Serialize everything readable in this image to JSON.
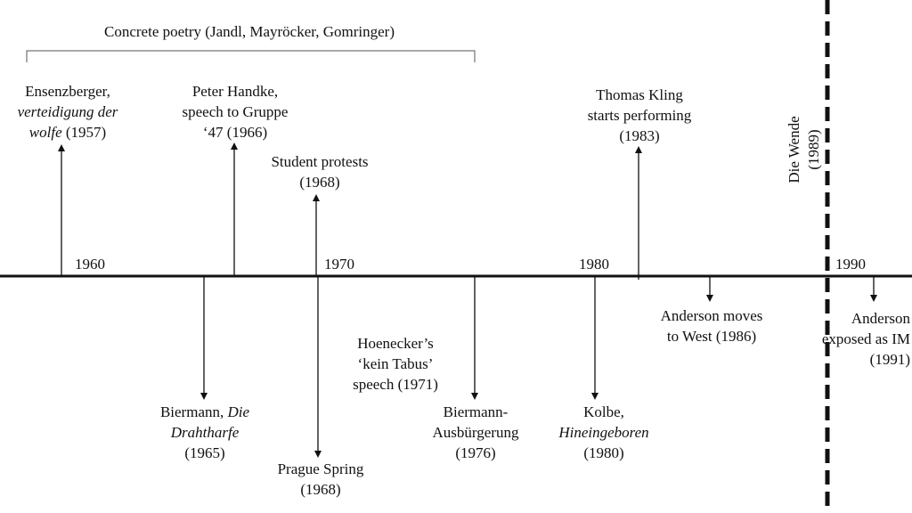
{
  "bracket_label": "Concrete poetry (Jandl, Mayröcker, Gomringer)",
  "years": [
    "1960",
    "1970",
    "1980",
    "1990"
  ],
  "wende": {
    "line1": "Die Wende",
    "line2": "(1989)"
  },
  "above": {
    "enzensberger": {
      "l1": "Ensenzberger,",
      "l2": "verteidigung der",
      "l3a": "wolfe",
      "l3b": " (1957)"
    },
    "handke": {
      "l1": "Peter Handke,",
      "l2": "speech to Gruppe",
      "l3": "‘47 (1966)"
    },
    "student": {
      "l1": "Student protests",
      "l2": "(1968)"
    },
    "kling": {
      "l1": "Thomas Kling",
      "l2": "starts performing",
      "l3": "(1983)"
    }
  },
  "below": {
    "biermann_harfe": {
      "l1a": "Biermann, ",
      "l1b": "Die",
      "l2": "Drahtharfe",
      "l3": "(1965)"
    },
    "prague": {
      "l1": "Prague Spring",
      "l2": "(1968)"
    },
    "honecker": {
      "l1": "Hoenecker’s",
      "l2": "‘kein Tabus’",
      "l3": "speech (1971)"
    },
    "ausbuergerung": {
      "l1": "Biermann-",
      "l2": "Ausbürgerung",
      "l3": "(1976)"
    },
    "kolbe": {
      "l1": "Kolbe,",
      "l2": "Hineingeboren",
      "l3": "(1980)"
    },
    "anderson_west": {
      "l1": "Anderson moves",
      "l2": "to West (1986)"
    },
    "anderson_im": {
      "l1": "Anderson",
      "l2": "exposed as IM",
      "l3": "(1991)"
    }
  }
}
